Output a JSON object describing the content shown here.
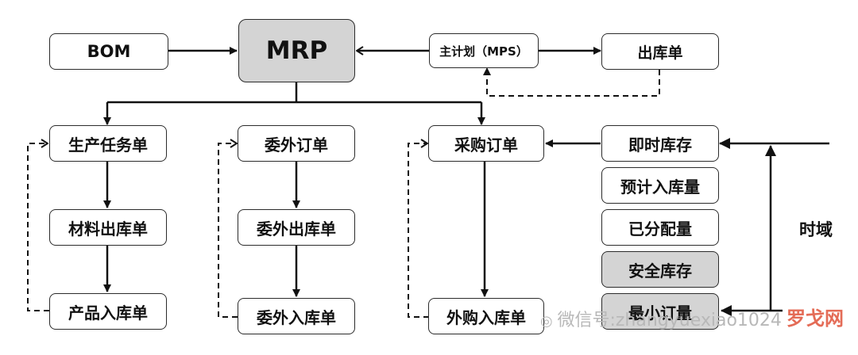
{
  "nodes": {
    "bom": "BOM",
    "mrp": "MRP",
    "mps": "主计划（MPS）",
    "outbound_top": "出库单",
    "production_order": "生产任务单",
    "material_issue": "材料出库单",
    "product_receipt": "产品入库单",
    "outsource_order": "委外订单",
    "outsource_issue": "委外出库单",
    "outsource_receipt": "委外入库单",
    "purchase_order": "采购订单",
    "purchase_receipt": "外购入库单",
    "current_stock": "即时库存",
    "expected_receipt": "预计入库量",
    "allocated": "已分配量",
    "safety_stock": "安全库存",
    "min_order": "最小订量"
  },
  "time_domain_label": "时域",
  "watermark": {
    "wechat": "微信号:zhangyuexiao1024",
    "site": "罗戈网"
  }
}
